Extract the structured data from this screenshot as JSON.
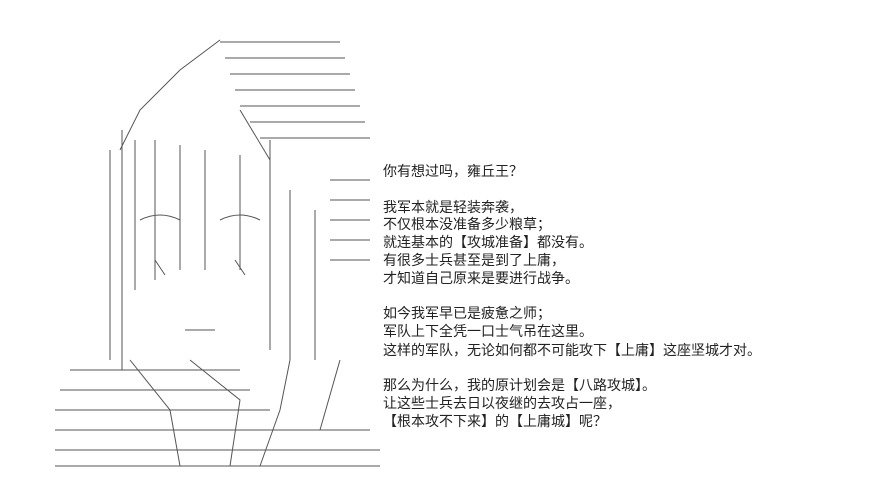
{
  "dialogue": {
    "lines": [
      "你有想过吗，雍丘王？",
      "我军本就是轻装奔袭，",
      "不仅根本没准备多少粮草；",
      "就连基本的【攻城准备】都没有。",
      "有很多士兵甚至是到了上庸，",
      "才知道自己原来是要进行战争。",
      "如今我军早已是疲惫之师；",
      "军队上下全凭一口士气吊在这里。",
      "这样的军队，无论如何都不可能攻下【上庸】这座坚城才对。",
      "那么为什么，我的原计划会是【八路攻城】。",
      "让这些士兵去日以夜继的去攻占一座，",
      "【根本攻不下来】的【上庸城】呢？"
    ]
  },
  "colors": {
    "ink": "#222222",
    "background": "#ffffff"
  }
}
